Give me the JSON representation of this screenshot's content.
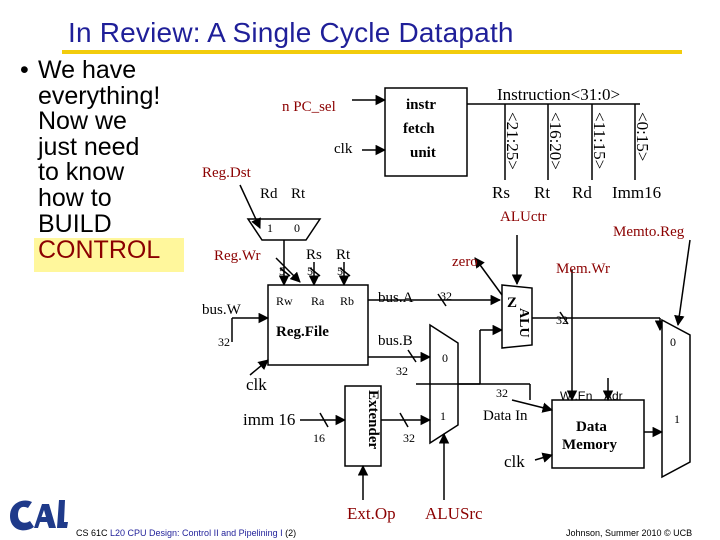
{
  "title": "In Review: A Single Cycle Datapath",
  "bullet": {
    "lines": [
      "We have",
      "everything!",
      "Now we",
      "just need",
      "to know",
      "how to",
      "BUILD"
    ],
    "emphasis": "CONTROL"
  },
  "labels": {
    "instruction": "Instruction<31:0>",
    "ifu_1": "instr",
    "ifu_2": "fetch",
    "ifu_3": "unit",
    "npc_sel": "n PC_sel",
    "clk_ifu": "clk",
    "f1": "<21:25>",
    "f2": "<16:20>",
    "f3": "<11:15>",
    "f4": "<0:15>",
    "rs": "Rs",
    "rt": "Rt",
    "rd": "Rd",
    "imm16_top": "Imm16",
    "regdst": "Reg.Dst",
    "rd2": "Rd",
    "rt2": "Rt",
    "mux_one": "1",
    "mux_zero": "0",
    "aluctr": "ALUctr",
    "memtoreg": "Memto.Reg",
    "regwr": "Reg.Wr",
    "rs3": "Rs",
    "rt3": "Rt",
    "n5a": "5",
    "n5b": "5",
    "n5c": "5",
    "zero": "zero",
    "memwr": "Mem.Wr",
    "rw": "Rw",
    "ra": "Ra",
    "rb": "Rb",
    "busa": "bus.A",
    "w32a": "32",
    "z": "Z",
    "alu": "ALU",
    "busw": "bus.W",
    "regfile": "Reg.File",
    "busb": "bus.B",
    "w32_busw": "32",
    "w32_mem": "32",
    "m0_right": "0",
    "m0_alusrc": "0",
    "w32_busb": "32",
    "clk_rf": "clk",
    "w32_din": "32",
    "wren": "Wr.En",
    "adr": "Adr",
    "imm16_ext": "imm 16",
    "extender": "Extender",
    "m1_alusrc": "1",
    "datain": "Data In",
    "data": "Data",
    "memory": "Memory",
    "m1_right": "1",
    "w16": "16",
    "w32_ext": "32",
    "clk_mem": "clk",
    "extop": "Ext.Op",
    "alusrc": "ALUSrc"
  },
  "footer": {
    "course_prefix": "CS 61C ",
    "course_link": "L20 CPU Design: Control II and Pipelining I",
    "course_suffix": " (2)",
    "credit": "Johnson, Summer 2010 © UCB"
  },
  "colors": {
    "title": "#1f1f99",
    "accent": "#f2cc0c",
    "emphasis": "#8b0000",
    "highlight": "#fff79c",
    "link": "#1f1f99"
  }
}
